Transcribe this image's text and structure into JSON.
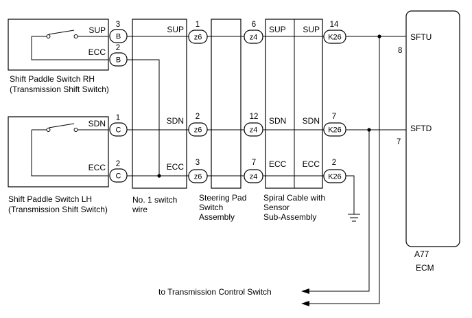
{
  "components": {
    "paddle_rh": {
      "name_line1": "Shift Paddle Switch RH",
      "name_line2": "(Transmission Shift Switch)",
      "sig1": "SUP",
      "sig2": "ECC",
      "pin1": "3",
      "pin2": "2",
      "conn1": "B",
      "conn2": "B"
    },
    "paddle_lh": {
      "name_line1": "Shift Paddle Switch LH",
      "name_line2": "(Transmission Shift Switch)",
      "sig1": "SDN",
      "sig2": "ECC",
      "pin1": "1",
      "pin2": "2",
      "conn1": "C",
      "conn2": "C"
    },
    "switch_wire": {
      "name_line1": "No. 1 switch",
      "name_line2": "wire",
      "sig_top": "SUP",
      "sig_mid": "SDN",
      "sig_bot": "ECC"
    },
    "steering_pad": {
      "name_line1": "Steering Pad",
      "name_line2": "Switch",
      "name_line3": "Assembly",
      "pins_in": [
        "1",
        "2",
        "3"
      ],
      "conn_in": "z6",
      "pins_out": [
        "6",
        "12",
        "7"
      ],
      "conn_out": "z4"
    },
    "spiral_cable": {
      "name_line1": "Spiral Cable with",
      "name_line2": "Sensor",
      "name_line3": "Sub-Assembly",
      "left_sigs": [
        "SUP",
        "SDN",
        "ECC"
      ],
      "right_sigs": [
        "SUP",
        "SDN",
        "ECC"
      ],
      "pins_out": [
        "14",
        "7",
        "2"
      ],
      "conn_out": "K26"
    },
    "ecm": {
      "code": "A77",
      "name": "ECM",
      "sig_top": "SFTU",
      "pin_top": "8",
      "sig_bot": "SFTD",
      "pin_bot": "7"
    }
  },
  "note": "to Transmission Control Switch"
}
